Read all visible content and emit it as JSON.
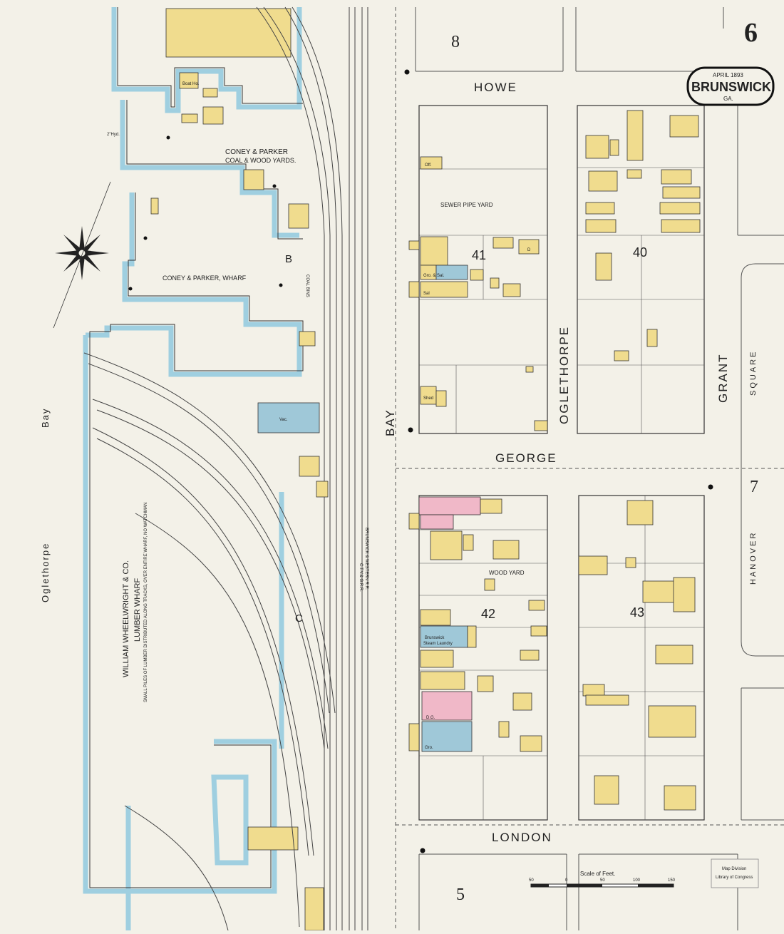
{
  "sheet": {
    "number": "6",
    "date": "APRIL 1893",
    "city": "BRUNSWICK",
    "state": "GA."
  },
  "streets": {
    "howe": "HOWE",
    "george": "GEORGE",
    "london": "LONDON",
    "bay_v": "BAY",
    "oglethorpe_v": "OGLETHORPE",
    "grant": "GRANT",
    "square": "SQUARE",
    "hanover": "HANOVER",
    "oglethorpe_bay": "Oglethorpe",
    "bay_word": "Bay"
  },
  "adjacent_sheets": [
    "8",
    "7",
    "5"
  ],
  "blocks": [
    "41",
    "40",
    "42",
    "43"
  ],
  "wharf_labels": {
    "coney_top": "CONEY & PARKER",
    "coal_wood": "COAL & WOOD YARDS.",
    "coney_wharf": "CONEY & PARKER, WHARF",
    "coal_bins": "COAL BINS",
    "lumber_1": "WILLIAM WHEELWRIGHT & CO.",
    "lumber_2": "LUMBER WHARF",
    "lumber_note": "SMALL PILES OF LUMBER DISTRIBUTED ALONG TRACKS, OVER ENTIRE WHARF, NO WATCHMAN",
    "section_b": "B",
    "section_c": "C"
  },
  "yard_labels": {
    "sewer": "SEWER PIPE YARD",
    "wood": "WOOD YARD",
    "laundry_1": "Brunswick",
    "laundry_2": "Steam Laundry"
  },
  "railroads": {
    "cty": "C.T.V.& G.R.R.",
    "bw": "BRUNSWICK & WESTERN R.R."
  },
  "misc_labels": {
    "sal": "Sal",
    "gro": "Gro.",
    "dg": "D.G.",
    "offc": "Off.",
    "shed": "Shed",
    "boat": "Boat Ho.",
    "d": "D",
    "vac": "Vac.",
    "grosal": "Gro. & Sal.",
    "hyd": "2\"Hyd."
  },
  "scale": {
    "label": "Scale of Feet.",
    "ticks": [
      "50",
      "0",
      "50",
      "100",
      "150"
    ]
  },
  "stamp": {
    "line1": "Map Division",
    "line2": "Library of Congress"
  },
  "colors": {
    "paper": "#f3f1e8",
    "water": "#bcdde8",
    "frame": "#f0dc8e",
    "brick": "#f0b8c8",
    "stone": "#9fc8d8",
    "line": "#333333"
  }
}
